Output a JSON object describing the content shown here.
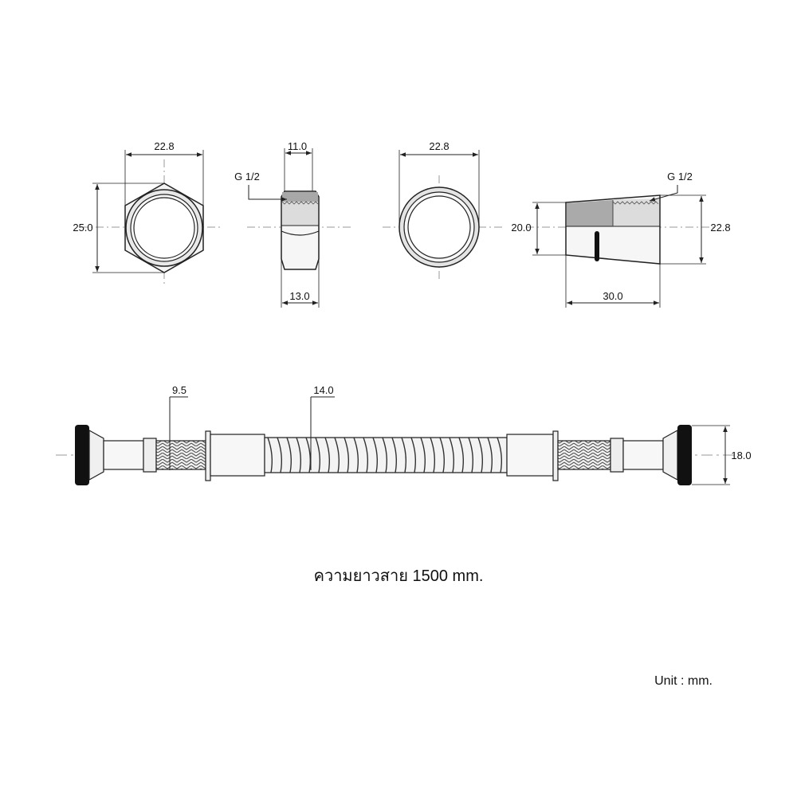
{
  "colors": {
    "line": "#222222",
    "center": "#999999",
    "thread": "#aaaaaa",
    "thread_light": "#dddddd",
    "cap": "#111111"
  },
  "views": {
    "hex_front": {
      "width_label": "22.8",
      "height_label": "25.0"
    },
    "hex_side": {
      "top_label": "11.0",
      "bottom_label": "13.0",
      "thread_label": "G 1/2"
    },
    "ring_front": {
      "width_label": "22.8"
    },
    "cone_side": {
      "left_label": "20.0",
      "right_label": "22.8",
      "length_label": "30.0",
      "thread_label": "G 1/2"
    }
  },
  "hose": {
    "braid_label": "9.5",
    "corrugated_label": "14.0",
    "end_label": "18.0"
  },
  "caption": "ความยาวสาย 1500 mm.",
  "unit": "Unit : mm."
}
